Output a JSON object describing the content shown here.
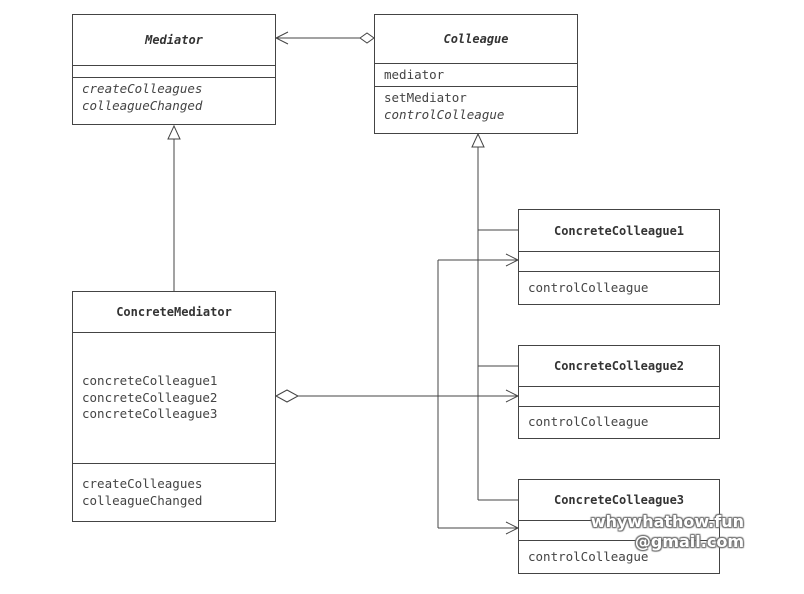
{
  "classes": {
    "mediator": {
      "name": "Mediator",
      "abstract": true,
      "operations": [
        "createColleagues",
        "colleagueChanged"
      ]
    },
    "colleague": {
      "name": "Colleague",
      "abstract": true,
      "fields": [
        "mediator"
      ],
      "operations": [
        "setMediator",
        "controlColleague"
      ]
    },
    "concrete_mediator": {
      "name": "ConcreteMediator",
      "fields": [
        "concreteColleague1",
        "concreteColleague2",
        "concreteColleague3"
      ],
      "operations": [
        "createColleagues",
        "colleagueChanged"
      ]
    },
    "concrete_colleague_1": {
      "name": "ConcreteColleague1",
      "operations": [
        "controlColleague"
      ]
    },
    "concrete_colleague_2": {
      "name": "ConcreteColleague2",
      "operations": [
        "controlColleague"
      ]
    },
    "concrete_colleague_3": {
      "name": "ConcreteColleague3",
      "operations": [
        "controlColleague"
      ]
    }
  },
  "watermark": {
    "line1": "whywhathow.fun",
    "line2": "@gmail.com"
  },
  "colors": {
    "line": "#444444",
    "border": "#444444",
    "text": "#3a3a3a"
  }
}
